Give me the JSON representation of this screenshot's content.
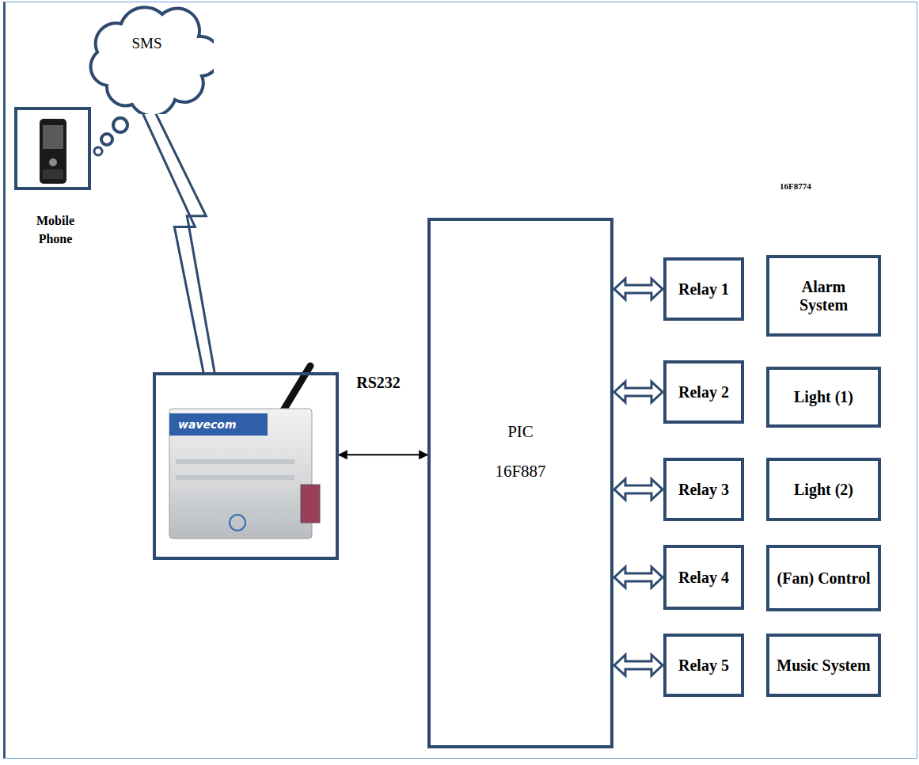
{
  "diagram": {
    "nodes": [
      {
        "text": [
          "Mobile Phone"
        ]
      },
      {
        "text": [
          "SMS"
        ]
      },
      {
        "text": [
          "wavecom"
        ]
      },
      {
        "text": [
          "PIC 16F887"
        ]
      },
      {
        "text": [
          "Relay 1"
        ]
      },
      {
        "text": [
          "Relay 2"
        ]
      },
      {
        "text": [
          "Relay 3"
        ]
      },
      {
        "text": [
          "Relay 4"
        ]
      },
      {
        "text": [
          "Relay 5"
        ]
      },
      {
        "text": [
          "Alarm System"
        ]
      },
      {
        "text": [
          "Light (1)"
        ]
      },
      {
        "text": [
          "Light (2)"
        ]
      },
      {
        "text": [
          "(Fan) Control"
        ]
      },
      {
        "text": [
          "Music System"
        ]
      }
    ],
    "edges": [
      {
        "from": 1,
        "to": 2,
        "arrow": "none"
      },
      {
        "from": 2,
        "to": 3,
        "label": "RS232",
        "arrow": "both"
      },
      {
        "from": 3,
        "to": 4,
        "arrow": "both"
      },
      {
        "from": 3,
        "to": 5,
        "arrow": "both"
      },
      {
        "from": 3,
        "to": 6,
        "arrow": "both"
      },
      {
        "from": 3,
        "to": 7,
        "arrow": "both"
      },
      {
        "from": 3,
        "to": 8,
        "arrow": "both"
      }
    ],
    "labels": [
      "16F8774"
    ]
  }
}
